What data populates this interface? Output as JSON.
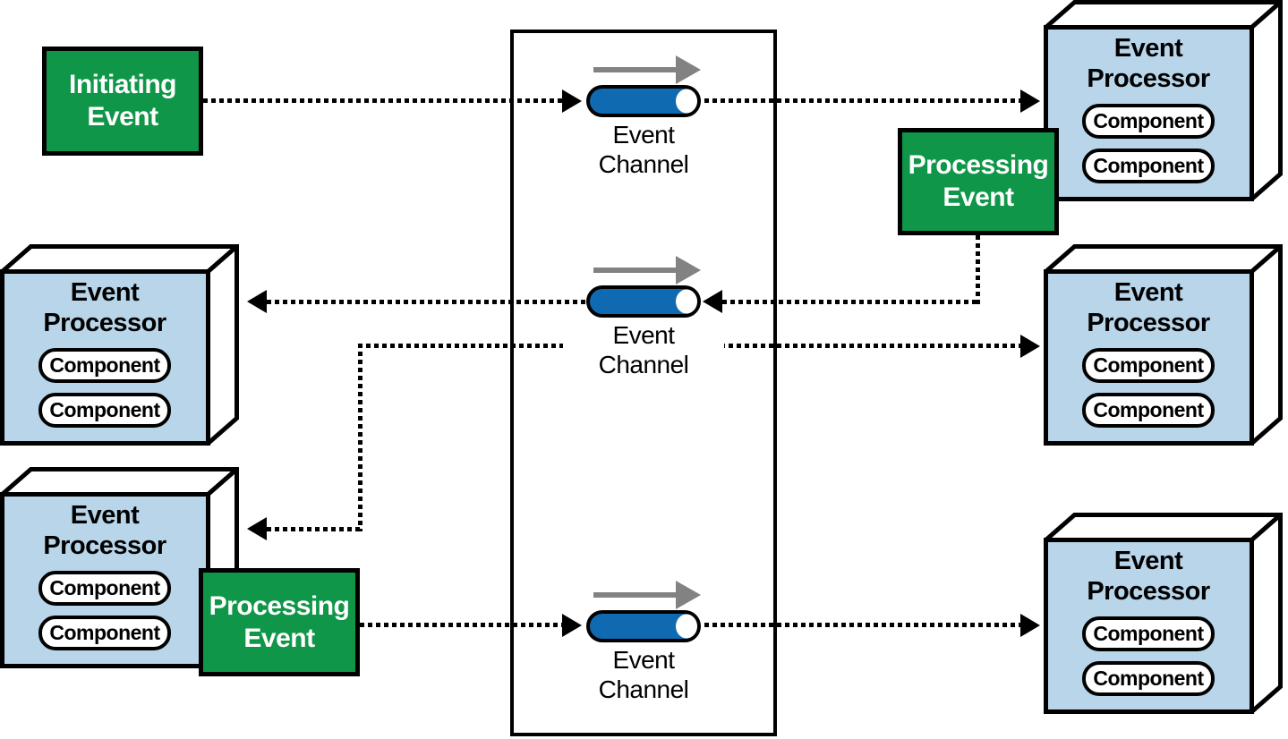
{
  "diagram": {
    "type": "event-driven architecture — broker topology",
    "initiating_event": {
      "label": "Initiating\nEvent"
    },
    "processing_events": [
      {
        "id": "processing-event-right",
        "label": "Processing\nEvent"
      },
      {
        "id": "processing-event-bottom-left",
        "label": "Processing\nEvent"
      }
    ],
    "event_channels": [
      {
        "id": "channel-top",
        "label": "Event\nChannel"
      },
      {
        "id": "channel-middle",
        "label": "Event\nChannel"
      },
      {
        "id": "channel-bottom",
        "label": "Event\nChannel"
      }
    ],
    "event_processors": [
      {
        "id": "processor-top-right",
        "title": "Event\nProcessor",
        "components": [
          "Component",
          "Component"
        ]
      },
      {
        "id": "processor-middle-left",
        "title": "Event\nProcessor",
        "components": [
          "Component",
          "Component"
        ]
      },
      {
        "id": "processor-bottom-left",
        "title": "Event\nProcessor",
        "components": [
          "Component",
          "Component"
        ]
      },
      {
        "id": "processor-middle-right",
        "title": "Event\nProcessor",
        "components": [
          "Component",
          "Component"
        ]
      },
      {
        "id": "processor-bottom-right",
        "title": "Event\nProcessor",
        "components": [
          "Component",
          "Component"
        ]
      }
    ],
    "connections": [
      {
        "from": "initiating-event",
        "to": "channel-top",
        "style": "dotted-arrow"
      },
      {
        "from": "channel-top",
        "to": "processor-top-right",
        "style": "dotted-arrow"
      },
      {
        "from": "processing-event-right",
        "to": "channel-middle",
        "style": "dotted-arrow"
      },
      {
        "from": "channel-middle",
        "to": "processor-middle-left",
        "style": "dotted-arrow"
      },
      {
        "from": "channel-middle",
        "to": "processor-middle-right",
        "style": "dotted-arrow"
      },
      {
        "from": "channel-middle",
        "to": "processor-bottom-left",
        "style": "dotted-arrow"
      },
      {
        "from": "processing-event-bottom-left",
        "to": "channel-bottom",
        "style": "dotted-arrow"
      },
      {
        "from": "channel-bottom",
        "to": "processor-bottom-right",
        "style": "dotted-arrow"
      }
    ]
  },
  "colors": {
    "event-green": "#0f9648",
    "processor-face": "#b8d5ea",
    "channel-blue": "#0f6ab1",
    "arrow-gray": "#828282",
    "line-black": "#000000"
  }
}
